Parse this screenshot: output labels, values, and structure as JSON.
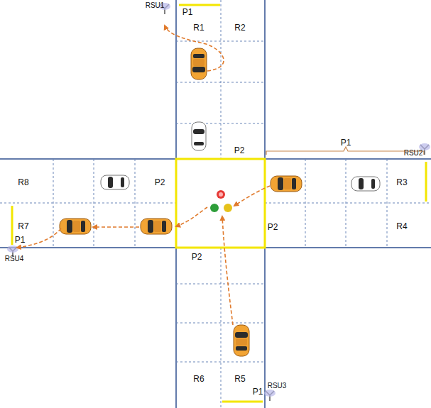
{
  "diagram": {
    "labels": [
      "R1",
      "R2",
      "P1",
      "RSU1",
      "P2",
      "P1",
      "RSU2",
      "R8",
      "P2",
      "R3",
      "P2",
      "R7",
      "R4",
      "P1",
      "RSU4",
      "P2",
      "R6",
      "R5",
      "P1",
      "RSU3"
    ]
  }
}
